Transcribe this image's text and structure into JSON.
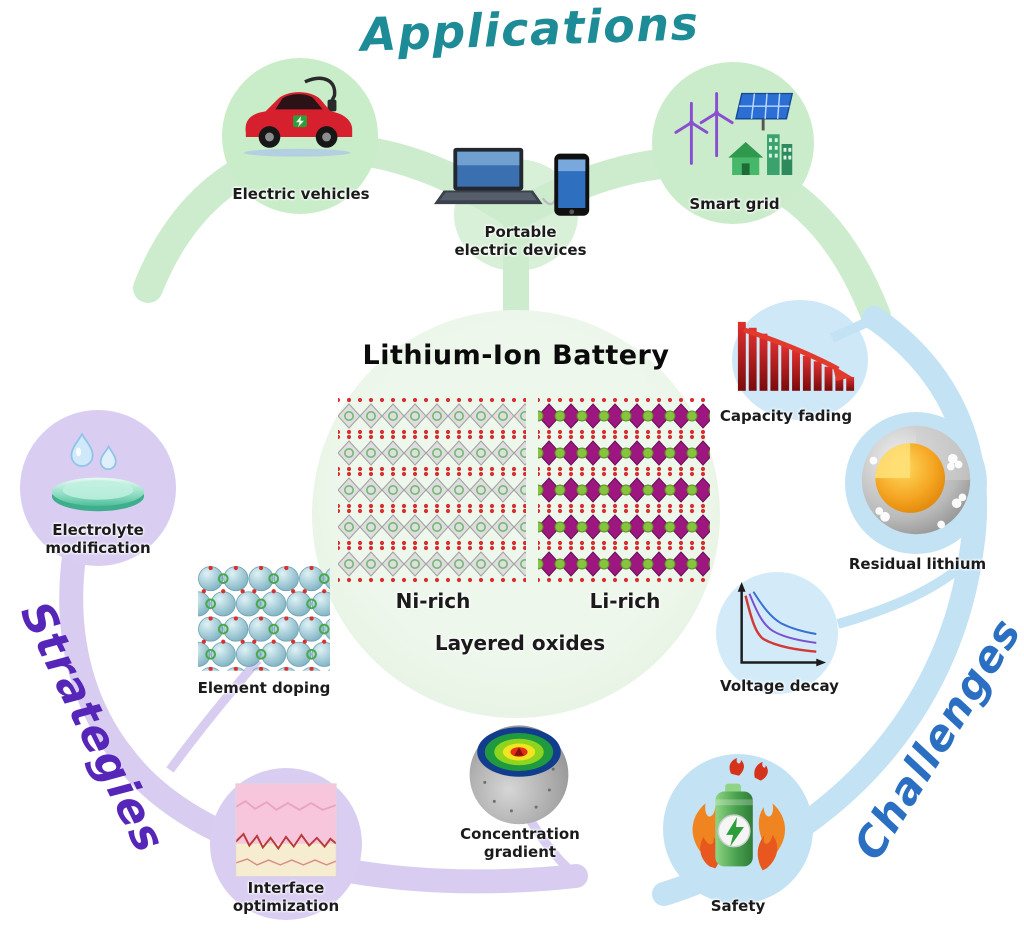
{
  "titles": {
    "applications": "Applications",
    "strategies": "Strategies",
    "challenges": "Challenges"
  },
  "center": {
    "title": "Lithium-Ion Battery",
    "ni_label": "Ni-rich",
    "li_label": "Li-rich",
    "caption": "Layered oxides"
  },
  "applications": [
    {
      "label": "Electric vehicles",
      "icon": "electric-car-icon"
    },
    {
      "label": "Portable\nelectric devices",
      "icon": "laptop-smartphone-icon"
    },
    {
      "label": "Smart grid",
      "icon": "wind-solar-buildings-icon"
    }
  ],
  "challenges": [
    {
      "label": "Capacity fading",
      "icon": "declining-red-bars-icon"
    },
    {
      "label": "Residual lithium",
      "icon": "lithium-coated-particle-icon"
    },
    {
      "label": "Voltage decay",
      "icon": "discharge-curves-icon"
    },
    {
      "label": "Safety",
      "icon": "burning-battery-icon"
    }
  ],
  "strategies": [
    {
      "label": "Electrolyte\nmodification",
      "icon": "electrolyte-droplets-icon"
    },
    {
      "label": "Element doping",
      "icon": "doped-lattice-icon"
    },
    {
      "label": "Interface\noptimization",
      "icon": "interface-layers-icon"
    },
    {
      "label": "Concentration\ngradient",
      "icon": "gradient-particle-icon"
    }
  ],
  "colors": {
    "applications_accent": "#1e8c96",
    "challenges_accent": "#2a6fc2",
    "strategies_accent": "#5526b8",
    "applications_band": "#cdeccd",
    "challenges_band": "#c3e2f4",
    "strategies_band": "#d8cdf0"
  }
}
